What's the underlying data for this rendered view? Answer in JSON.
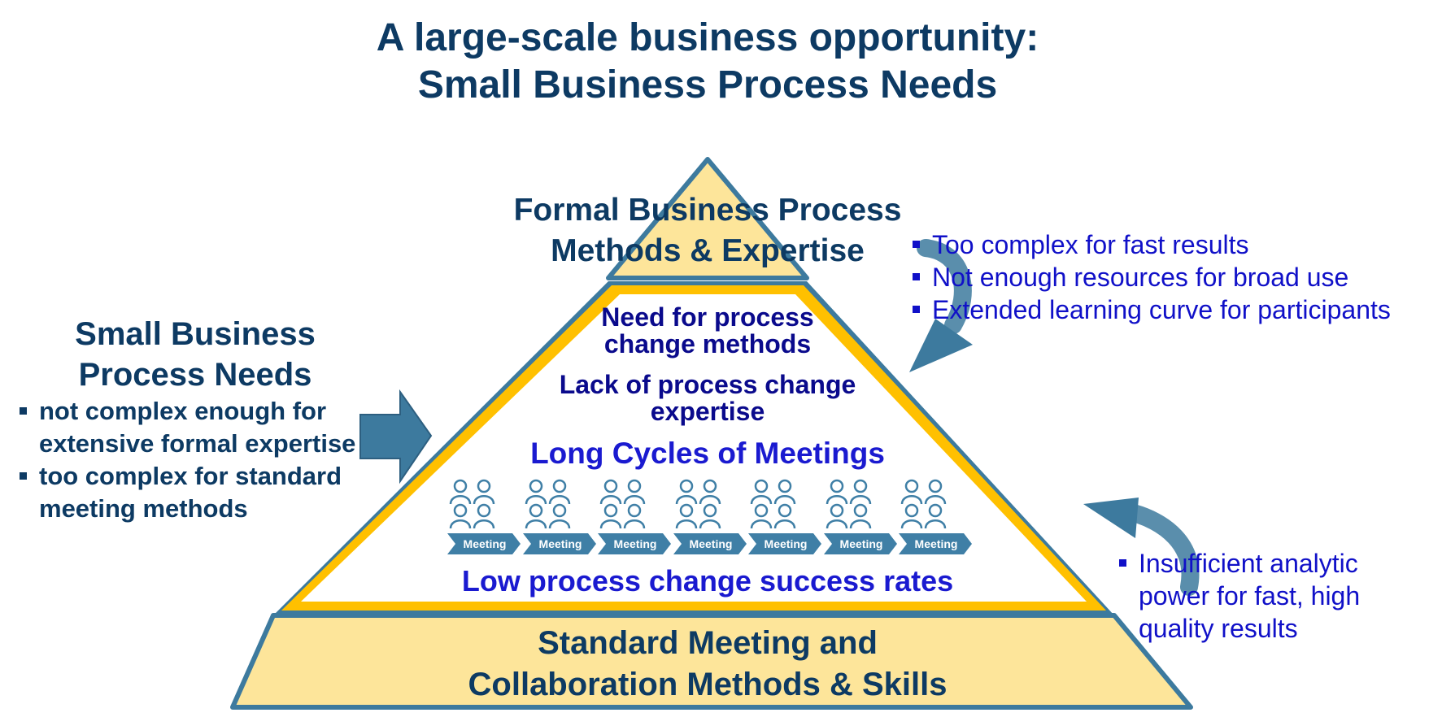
{
  "title": {
    "line1": "A large-scale business opportunity:",
    "line2": "Small Business Process Needs"
  },
  "pyramid": {
    "top_layer": {
      "line1": "Formal Business Process",
      "line2": "Methods & Expertise"
    },
    "middle_layer": {
      "need": {
        "line1": "Need for process",
        "line2": "change methods"
      },
      "lack": {
        "line1": "Lack of process change",
        "line2": "expertise"
      },
      "cycles": "Long Cycles of Meetings",
      "meeting_label": "Meeting",
      "meeting_count": 7,
      "outcome": "Low process change success rates"
    },
    "bottom_layer": {
      "line1": "Standard Meeting and",
      "line2": "Collaboration Methods & Skills"
    }
  },
  "left_panel": {
    "title_line1": "Small Business",
    "title_line2": "Process Needs",
    "bullets": [
      "not complex enough for extensive formal expertise",
      "too complex for standard meeting methods"
    ]
  },
  "top_right_bullets": [
    "Too complex for fast results",
    "Not enough resources for broad use",
    "Extended learning curve for participants"
  ],
  "bottom_right_bullets": [
    "Insufficient analytic power for fast, high quality results"
  ],
  "icons": {
    "left_arrow": "arrow-right-icon",
    "top_curved_arrow": "curved-arrow-down-icon",
    "bottom_curved_arrow": "curved-arrow-up-icon",
    "meeting_people": "people-group-icon"
  },
  "colors": {
    "title": "#0d3a63",
    "pyramid_fill": "#fde59a",
    "pyramid_stroke": "#3d7a9e",
    "middle_band": "#ffc000",
    "emphasis_text": "#1a1ad0",
    "chevron": "#3f7fa6"
  }
}
